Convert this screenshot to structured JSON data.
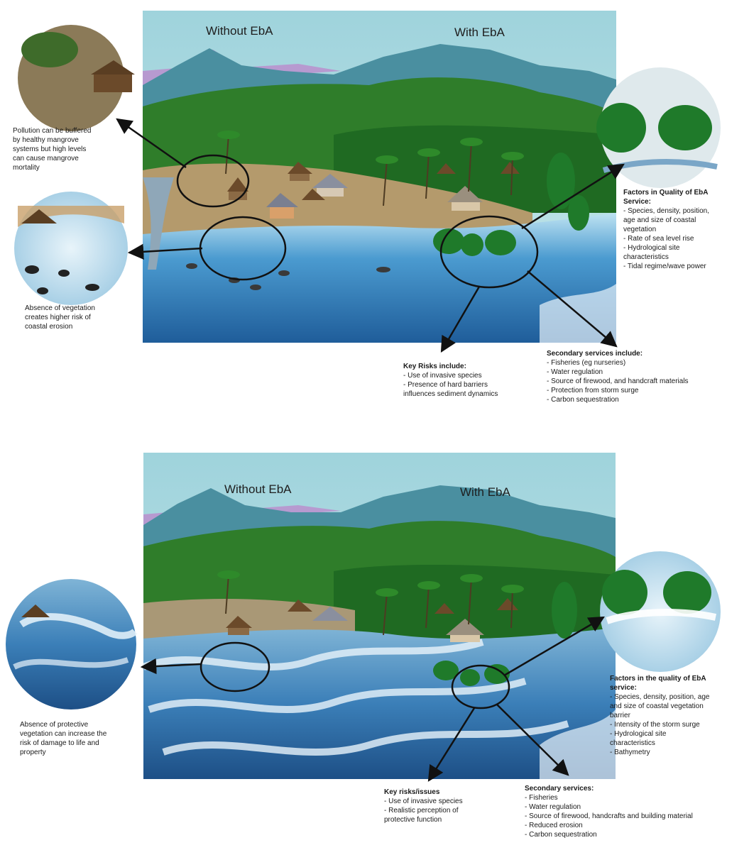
{
  "top": {
    "label_without": "Without EbA",
    "label_with": "With EbA",
    "pollution_note": [
      "Pollution can be buffered",
      "by healthy mangrove",
      "systems but high levels",
      "can cause mangrove",
      "mortality"
    ],
    "erosion_note": [
      "Absence of vegetation",
      "creates higher risk of",
      "coastal erosion"
    ],
    "factors": {
      "title_lines": [
        "Factors in Quality of EbA",
        "Service:"
      ],
      "items": [
        "- Species, density, position,",
        "age and size of coastal",
        "vegetation",
        "- Rate of sea level rise",
        "- Hydrological site",
        "characteristics",
        "- Tidal regime/wave power"
      ]
    },
    "key_risks": {
      "title": "Key Risks include:",
      "items": [
        "- Use of invasive species",
        "- Presence of hard barriers",
        "influences sediment dynamics"
      ]
    },
    "secondary": {
      "title": "Secondary services include:",
      "items": [
        "- Fisheries (eg nurseries)",
        "- Water regulation",
        "- Source of firewood, and handcraft materials",
        "- Protection from storm surge",
        "- Carbon sequestration"
      ]
    }
  },
  "bottom": {
    "label_without": "Without EbA",
    "label_with": "With EbA",
    "damage_note": [
      "Absence of protective",
      "vegetation can increase the",
      "risk of damage to life and",
      "property"
    ],
    "factors": {
      "title_lines": [
        "Factors in the quality of EbA",
        "service:"
      ],
      "items": [
        "- Species, density, position, age",
        "and size of coastal vegetation",
        "barrier",
        "- Intensity of the storm surge",
        "- Hydrological site",
        "characteristics",
        "- Bathymetry"
      ]
    },
    "key_risks": {
      "title": "Key risks/issues",
      "items": [
        "- Use of invasive species",
        "- Realistic perception of",
        "protective function"
      ]
    },
    "secondary": {
      "title": "Secondary services:",
      "items": [
        "- Fisheries",
        "- Water regulation",
        "- Source of firewood, handcrafts and building material",
        "- Reduced erosion",
        "- Carbon sequestration"
      ]
    }
  },
  "colors": {
    "sky": "#a9d8dd",
    "mountain": "#4a8fa0",
    "forest": "#2f7d2a",
    "sand": "#b49a6c",
    "sea": "#3d8fc7",
    "arrow": "#111111"
  }
}
